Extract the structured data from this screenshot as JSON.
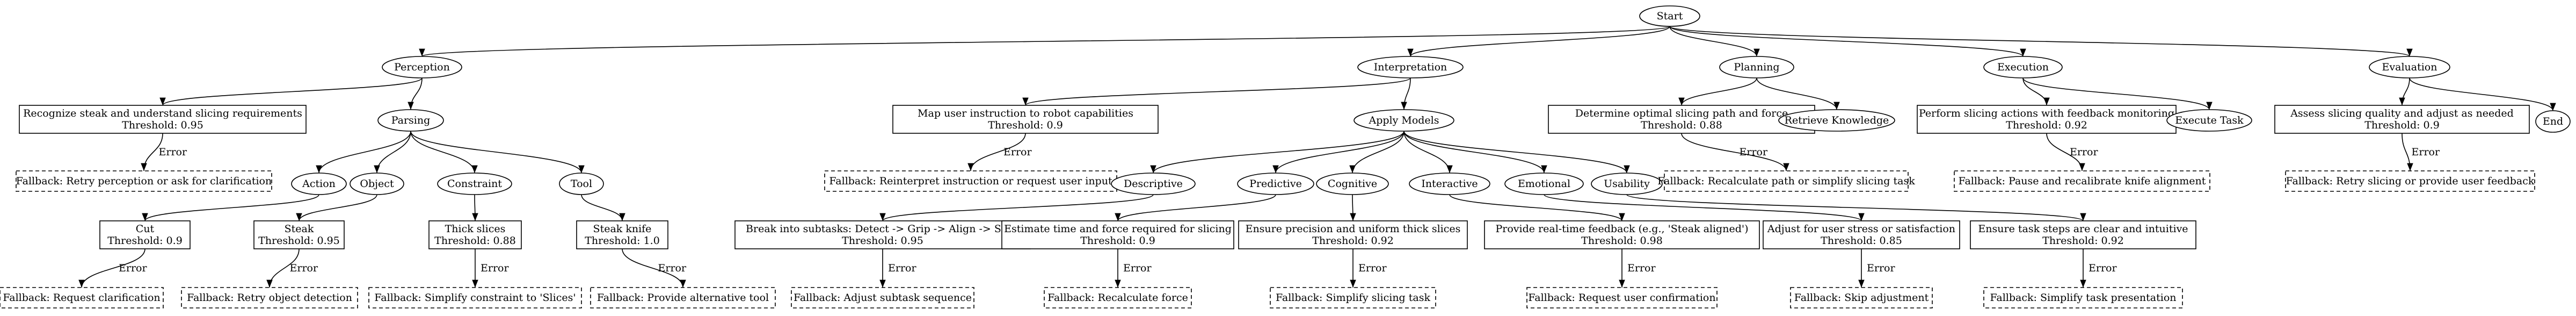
{
  "nodes": {
    "start": "Start",
    "perception": "Perception",
    "interpretation": "Interpretation",
    "planning": "Planning",
    "execution": "Execution",
    "evaluation": "Evaluation",
    "end": "End",
    "perception_box": [
      "Recognize steak and understand slicing requirements",
      "Threshold: 0.95"
    ],
    "perception_fb": "Fallback: Retry perception or ask for clarification",
    "parsing": "Parsing",
    "action": "Action",
    "object": "Object",
    "constraint": "Constraint",
    "tool": "Tool",
    "cut_box": [
      "Cut",
      "Threshold: 0.9"
    ],
    "cut_fb": "Fallback: Request clarification",
    "steak_box": [
      "Steak",
      "Threshold: 0.95"
    ],
    "steak_fb": "Fallback: Retry object detection",
    "thick_box": [
      "Thick slices",
      "Threshold: 0.88"
    ],
    "thick_fb": "Fallback: Simplify constraint to 'Slices'",
    "knife_box": [
      "Steak knife",
      "Threshold: 1.0"
    ],
    "knife_fb": "Fallback: Provide alternative tool",
    "interp_box": [
      "Map user instruction to robot capabilities",
      "Threshold: 0.9"
    ],
    "interp_fb": "Fallback: Reinterpret instruction or request user input",
    "apply_models": "Apply Models",
    "descriptive": "Descriptive",
    "predictive": "Predictive",
    "cognitive": "Cognitive",
    "interactive": "Interactive",
    "emotional": "Emotional",
    "usability": "Usability",
    "desc_box": [
      "Break into subtasks: Detect -> Grip -> Align -> Slice",
      "Threshold: 0.95"
    ],
    "desc_fb": "Fallback: Adjust subtask sequence",
    "pred_box": [
      "Estimate time and force required for slicing",
      "Threshold: 0.9"
    ],
    "pred_fb": "Fallback: Recalculate force",
    "cog_box": [
      "Ensure precision and uniform thick slices",
      "Threshold: 0.92"
    ],
    "cog_fb": "Fallback: Simplify slicing task",
    "inter_box": [
      "Provide real-time feedback (e.g., 'Steak aligned')",
      "Threshold: 0.98"
    ],
    "inter_fb": "Fallback: Request user confirmation",
    "emo_box": [
      "Adjust for user stress or satisfaction",
      "Threshold: 0.85"
    ],
    "emo_fb": "Fallback: Skip adjustment",
    "use_box": [
      "Ensure task steps are clear and intuitive",
      "Threshold: 0.92"
    ],
    "use_fb": "Fallback: Simplify task presentation",
    "plan_box": [
      "Determine optimal slicing path and force",
      "Threshold: 0.88"
    ],
    "plan_fb": "Fallback: Recalculate path or simplify slicing task",
    "retrieve": "Retrieve Knowledge",
    "exec_box": [
      "Perform slicing actions with feedback monitoring",
      "Threshold: 0.92"
    ],
    "exec_fb": "Fallback: Pause and recalibrate knife alignment",
    "execute_task": "Execute Task",
    "eval_box": [
      "Assess slicing quality and adjust as needed",
      "Threshold: 0.9"
    ],
    "eval_fb": "Fallback: Retry slicing or provide user feedback"
  },
  "edge_label": "Error"
}
